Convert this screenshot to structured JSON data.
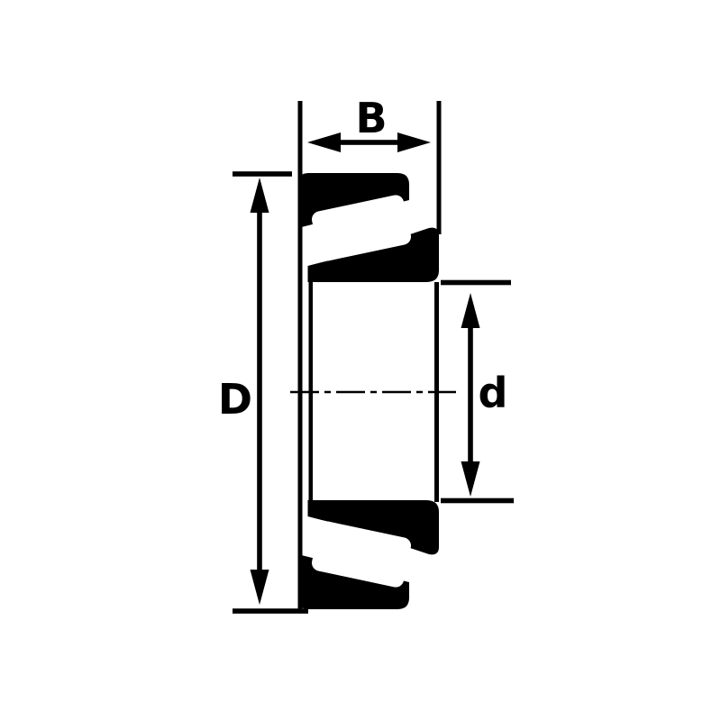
{
  "diagram": {
    "labels": {
      "width": "B",
      "outer_diameter": "D",
      "bore_diameter": "d"
    },
    "colors": {
      "ink": "#000000",
      "background": "#ffffff"
    }
  }
}
